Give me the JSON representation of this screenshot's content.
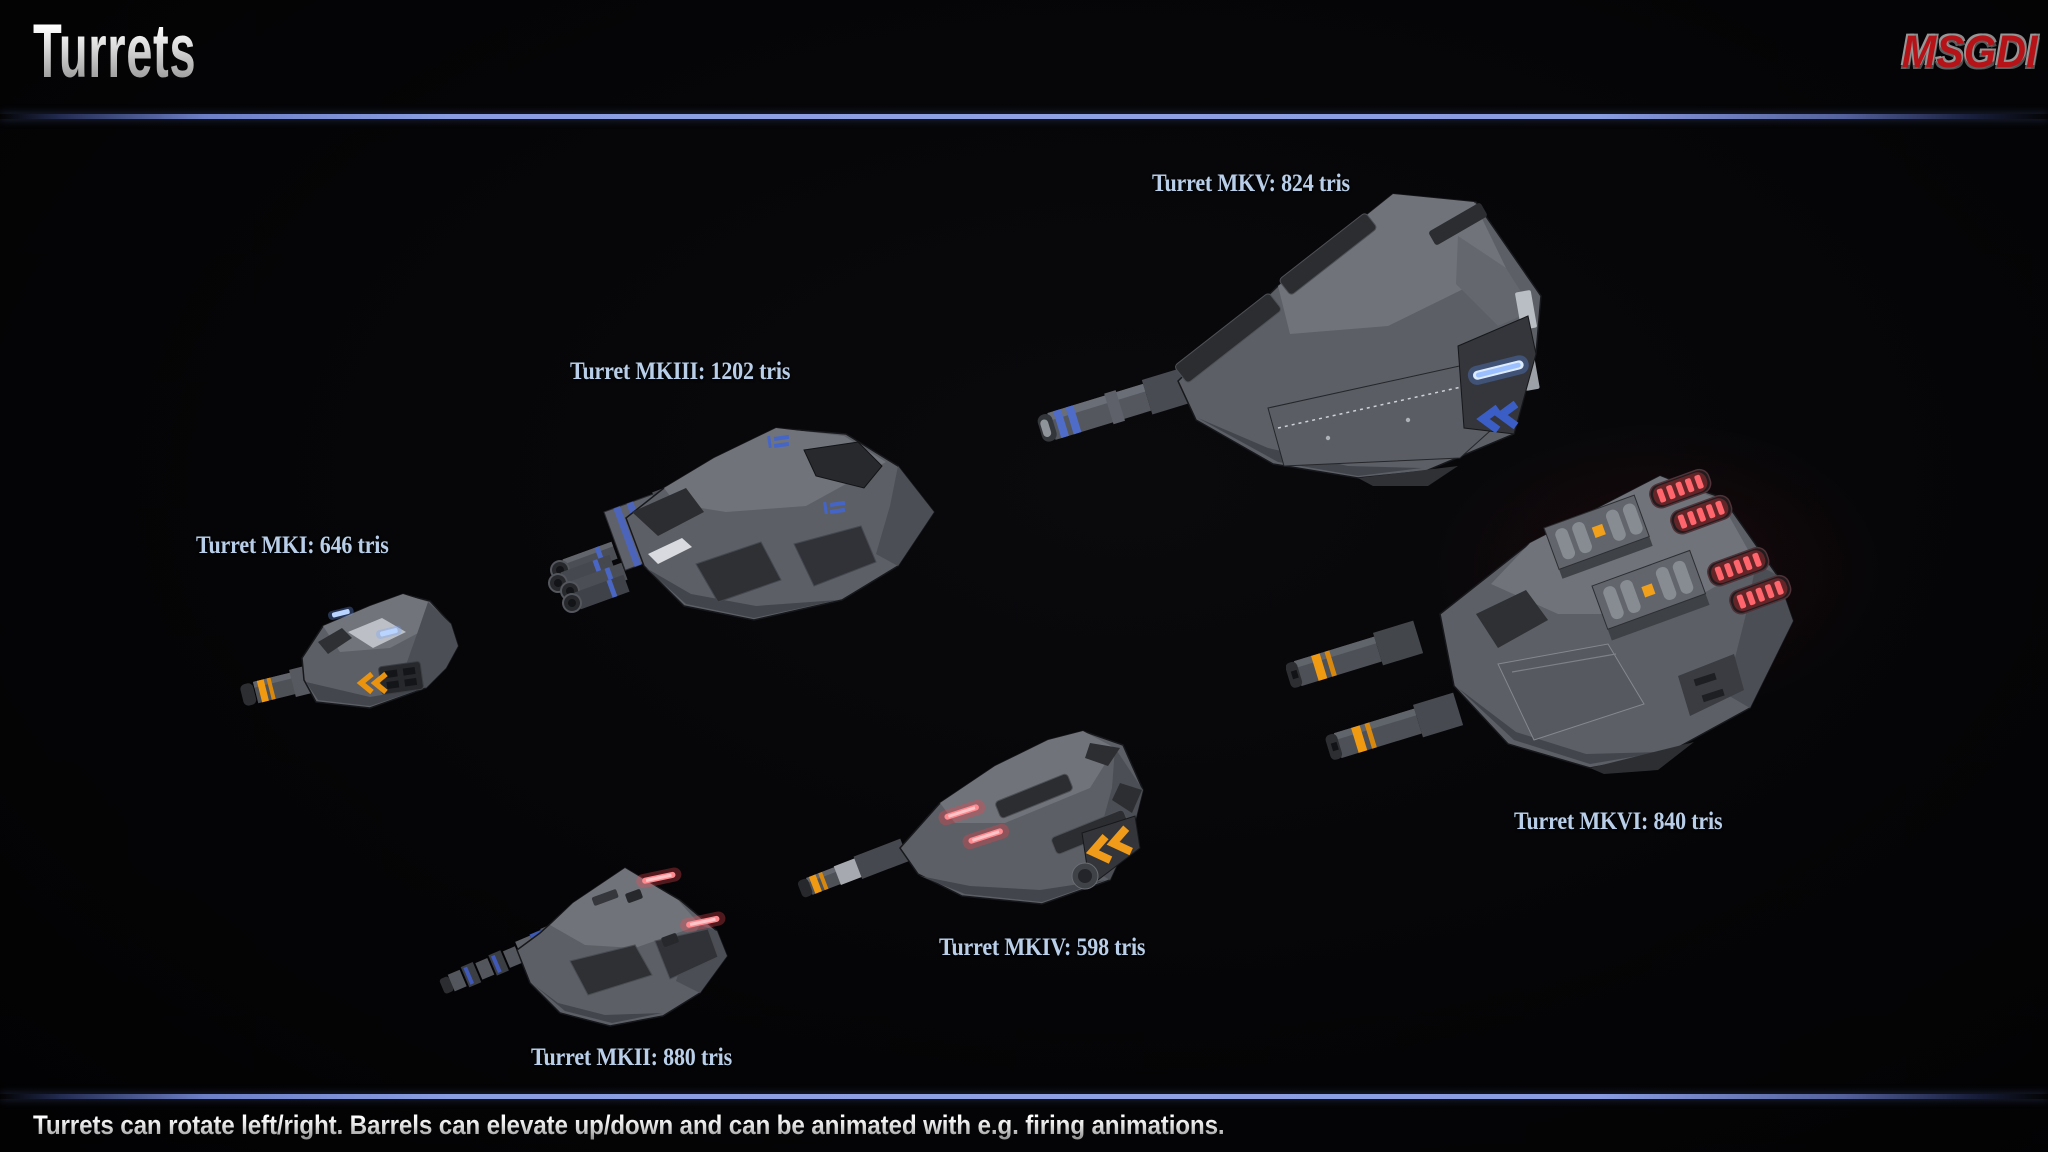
{
  "header": {
    "title": "Turrets",
    "logo": "MSGDI"
  },
  "turrets": [
    {
      "id": "mki",
      "name": "Turret MKI",
      "tris": 646,
      "label": "Turret MKI: 646 tris"
    },
    {
      "id": "mkii",
      "name": "Turret MKII",
      "tris": 880,
      "label": "Turret MKII: 880 tris"
    },
    {
      "id": "mkiii",
      "name": "Turret MKIII",
      "tris": 1202,
      "label": "Turret MKIII: 1202 tris"
    },
    {
      "id": "mkiv",
      "name": "Turret MKIV",
      "tris": 598,
      "label": "Turret MKIV: 598 tris"
    },
    {
      "id": "mkv",
      "name": "Turret MKV",
      "tris": 824,
      "label": "Turret MKV: 824 tris"
    },
    {
      "id": "mkvi",
      "name": "Turret MKVI",
      "tris": 840,
      "label": "Turret MKVI: 840 tris"
    }
  ],
  "footer": {
    "note": "Turrets can rotate left/right. Barrels can elevate up/down and can be animated with e.g. firing animations."
  },
  "colors": {
    "background": "#040406",
    "divider_blue": "#8fa0e4",
    "label_text": "#b9cfe9",
    "logo_red": "#b61318",
    "hull_gray": "#5c5f66",
    "accent_blue_stripe": "#4f6cc8",
    "accent_blue_glow": "#cfe2ff",
    "accent_orange": "#f09a12",
    "accent_red_glow": "#ff5d64"
  }
}
